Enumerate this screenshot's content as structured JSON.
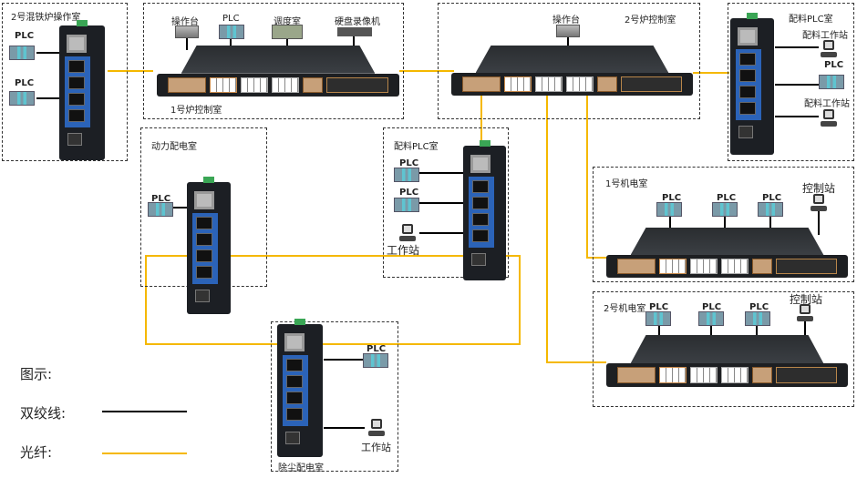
{
  "rooms": {
    "blast_furnace_op": "2号混铁炉操作室",
    "furnace1_ctrl": "1号炉控制室",
    "furnace2_ctrl": "2号炉控制室",
    "batch_plc_room_right": "配料PLC室",
    "power_room": "动力配电室",
    "batch_plc_room_mid": "配料PLC室",
    "electro1": "1号机电室",
    "electro2": "2号机电室",
    "dust_room": "除尘配电室"
  },
  "devices": {
    "plc": "PLC",
    "console": "操作台",
    "dispatch": "调度室",
    "nvr": "硬盘录像机",
    "workstation": "工作站",
    "batch_workstation": "配料工作站",
    "control_station": "控制站"
  },
  "legend": {
    "title": "图示:",
    "twisted_pair": "双绞线:",
    "fiber": "光纤:",
    "twisted_pair_color": "#000000",
    "fiber_color": "#F5B800"
  }
}
